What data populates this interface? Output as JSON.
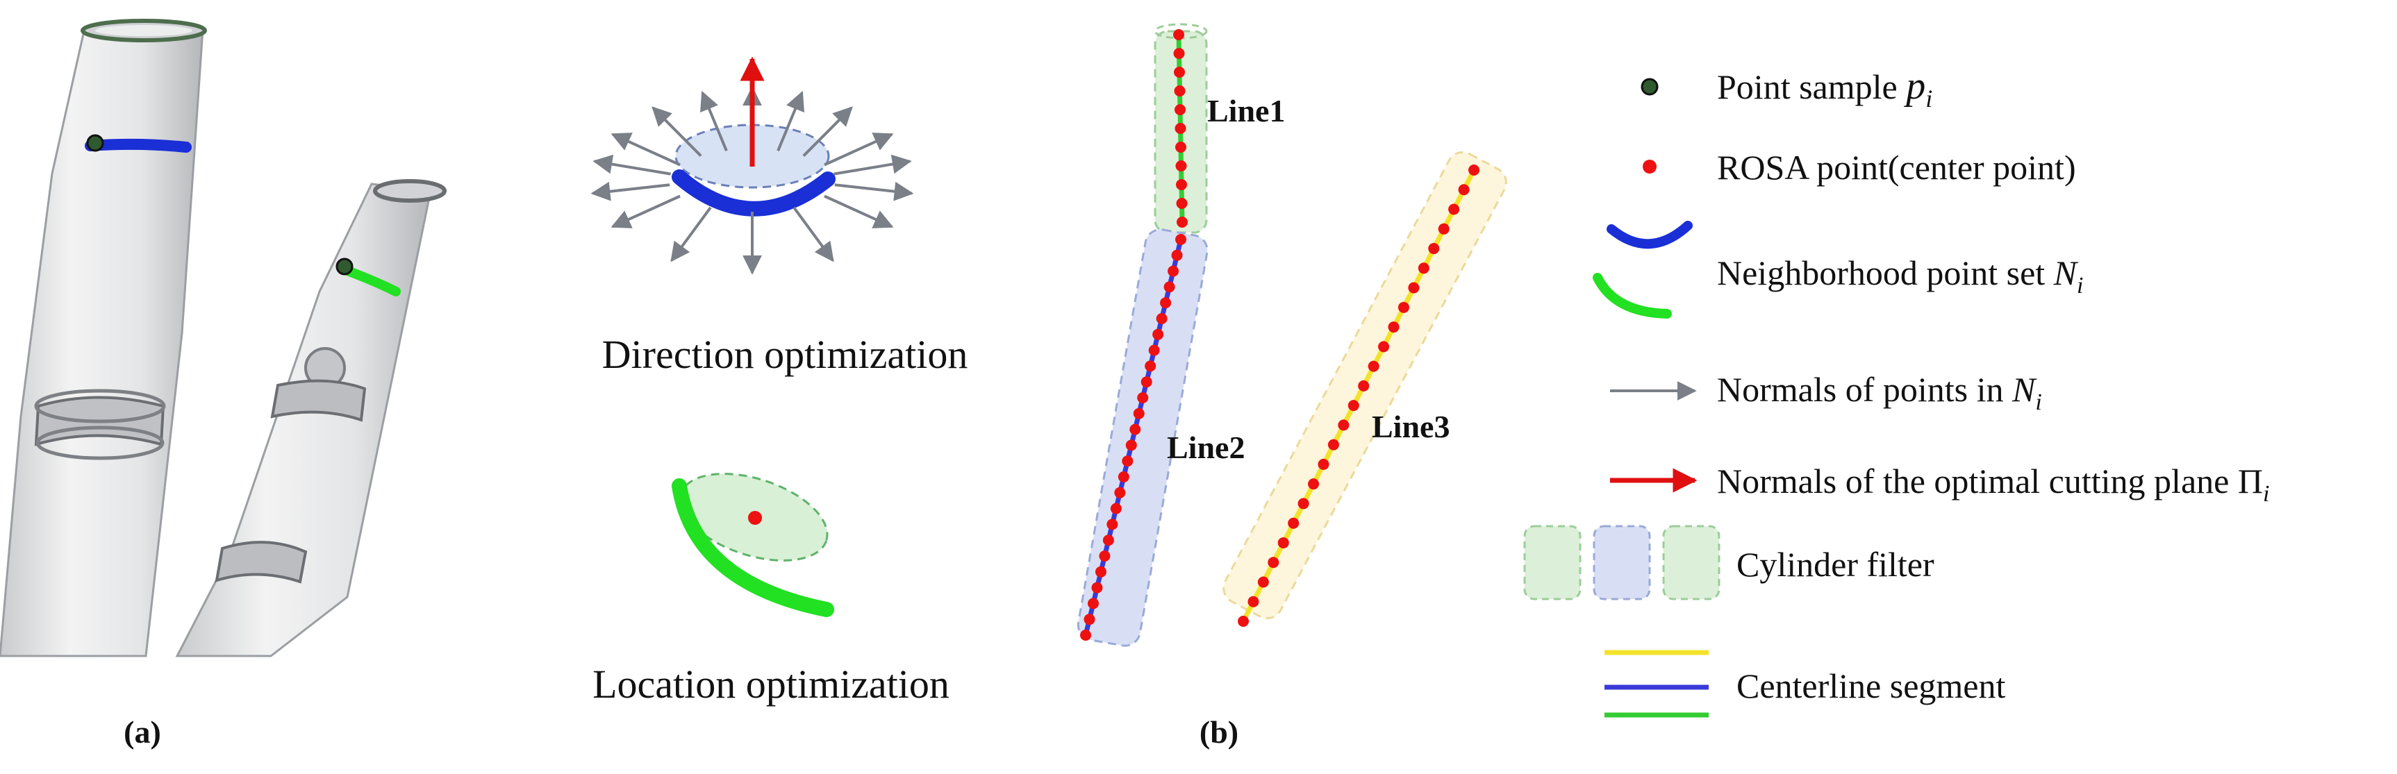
{
  "panel_a": {
    "caption": "(a)"
  },
  "panel_b": {
    "caption": "(b)",
    "direction_label": "Direction optimization",
    "location_label": "Location optimization",
    "lines": [
      "Line1",
      "Line2",
      "Line3"
    ]
  },
  "legend": {
    "point_sample": "Point sample",
    "point_sample_sym": "p",
    "point_sample_sub": "i",
    "rosa_point": "ROSA point(center point)",
    "neighborhood": "Neighborhood point set",
    "neighborhood_sym": "N",
    "neighborhood_sub": "i",
    "normals_points": "Normals of points in",
    "normals_points_sym": "N",
    "normals_points_sub": "i",
    "normals_plane": "Normals of the optimal cutting plane",
    "normals_plane_sym": "Π",
    "normals_plane_sub": "i",
    "cylinder_filter": "Cylinder filter",
    "centerline_segment": "Centerline segment"
  },
  "colors": {
    "blue_points": "#1a2fd6",
    "green_points": "#22e022",
    "rosa_red": "#ee1111",
    "arrow_red": "#e01010",
    "normal_gray": "#7a7f88",
    "sample_dark": "#2f5a2f",
    "line1": "#33cc33",
    "line2": "#3a3ad8",
    "line3": "#f2e22a",
    "cyl_green": "#dcefd8",
    "cyl_blue": "#d8dff5",
    "cyl_yellow": "#fdf6dc"
  }
}
